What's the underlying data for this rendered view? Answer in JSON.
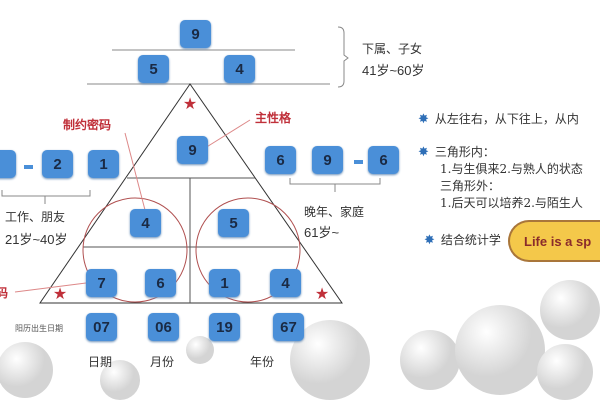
{
  "top": {
    "apex": "9",
    "left": "5",
    "right": "4",
    "label1": "下属、子女",
    "label2": "41岁~60岁"
  },
  "triangle": {
    "center": "9",
    "mid_left": "4",
    "mid_right": "5",
    "bottom": [
      "7",
      "6",
      "1",
      "4"
    ]
  },
  "birth": {
    "values": [
      "07",
      "06",
      "19",
      "67"
    ],
    "caption": "阳历出生日期",
    "day": "日期",
    "month": "月份",
    "year": "年份"
  },
  "left": {
    "values": [
      "2",
      "1"
    ],
    "label1": "工作、朋友",
    "label2": "21岁~40岁"
  },
  "right": {
    "values": [
      "6",
      "9",
      "6"
    ],
    "label1": "晚年、家庭",
    "label2": "61岁~"
  },
  "annotations": {
    "constraint": "制约密码",
    "main": "主性格",
    "constraint_cut": "码"
  },
  "notes": {
    "n1": "从左往右，从下往上，从内",
    "n2a": "三角形内：",
    "n2b": "1.与生俱来2.与熟人的状态",
    "n2c": "三角形外：",
    "n2d": "1.后天可以培养2.与陌生人",
    "n3": "结合统计学"
  },
  "sticker": "Life is a sp",
  "colors": {
    "box": "#4a8fd8",
    "accent_red": "#c0303a",
    "bullet": "#2f6fb7"
  }
}
